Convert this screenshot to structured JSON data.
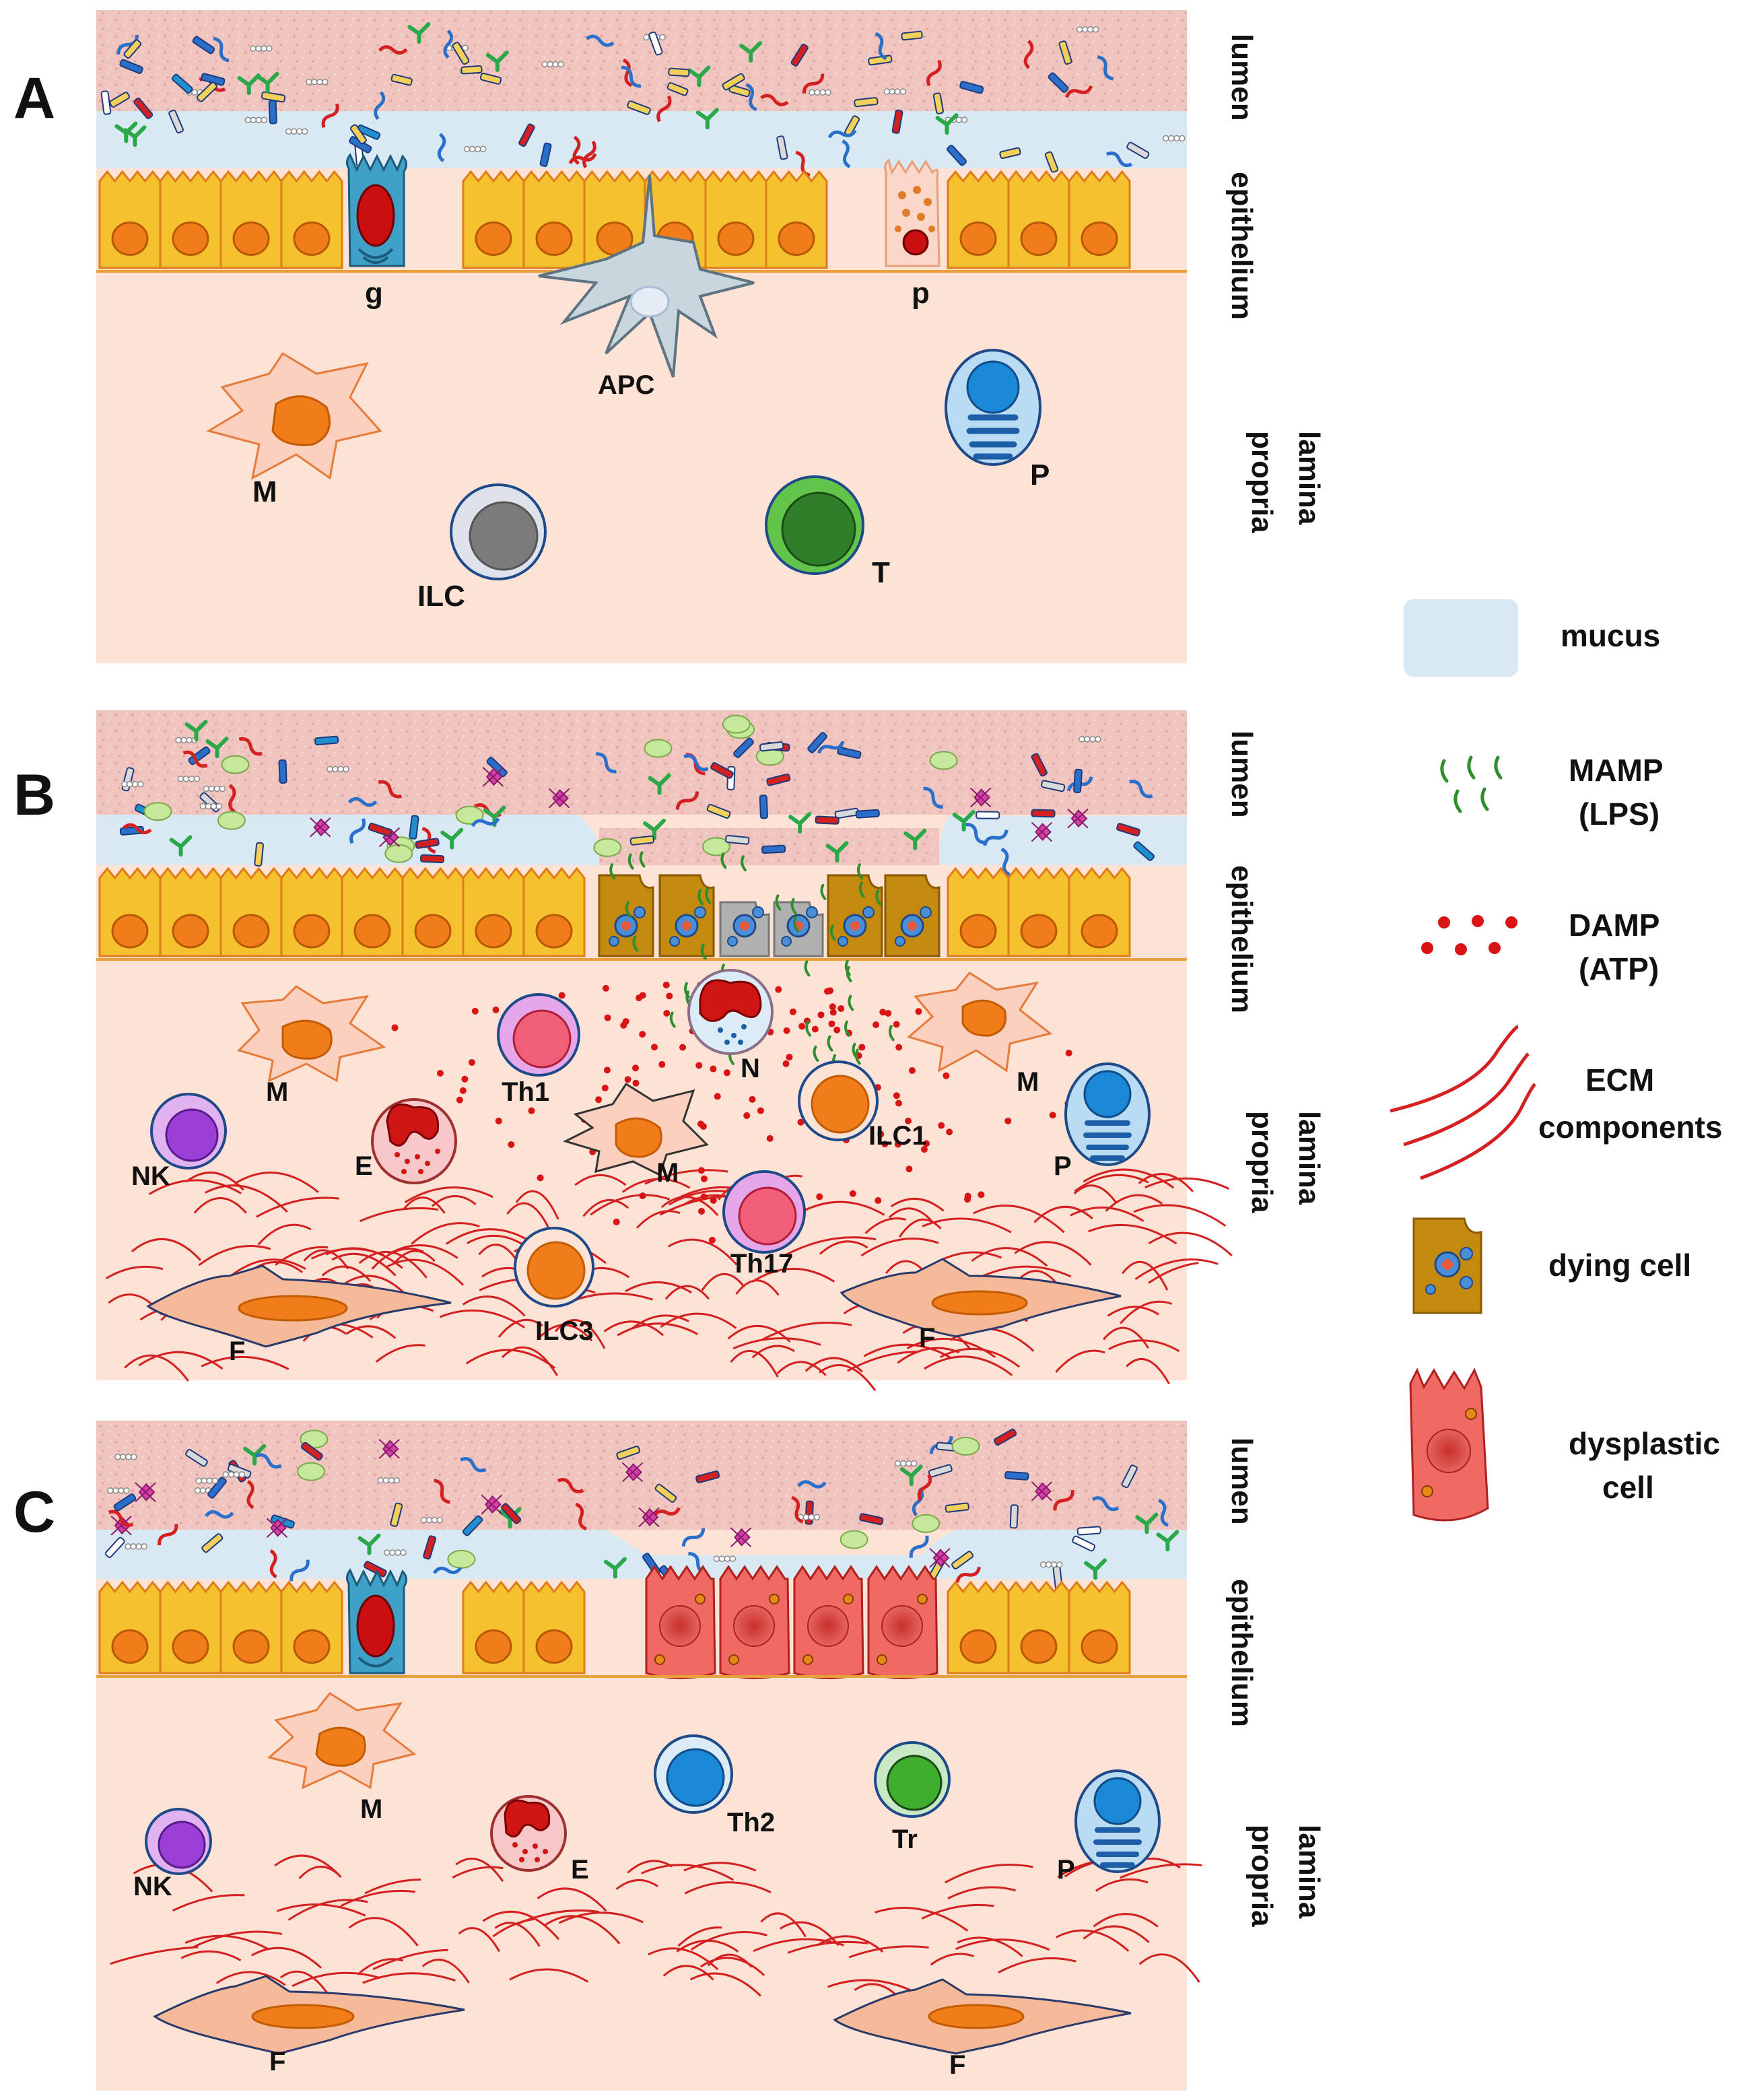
{
  "panels": [
    {
      "letter": "A",
      "side_labels": [
        "lumen",
        "epithelium",
        "lamina",
        "propria"
      ],
      "cell_labels": {
        "goblet": "g",
        "apc": "APC",
        "paneth": "p",
        "macrophage": "M",
        "ilc": "ILC",
        "t_cell": "T",
        "plasma": "P"
      }
    },
    {
      "letter": "B",
      "side_labels": [
        "lumen",
        "epithelium",
        "lamina",
        "propria"
      ],
      "cell_labels": {
        "macrophage1": "M",
        "th1": "Th1",
        "neutrophil": "N",
        "macrophage2": "M",
        "nk": "NK",
        "eosinophil": "E",
        "macrophage3": "M",
        "ilc1": "ILC1",
        "plasma": "P",
        "th17": "Th17",
        "ilc3": "ILC3",
        "fibroblast1": "F",
        "fibroblast2": "F"
      }
    },
    {
      "letter": "C",
      "side_labels": [
        "lumen",
        "epithelium",
        "lamina",
        "propria"
      ],
      "cell_labels": {
        "macrophage": "M",
        "th2": "Th2",
        "treg": "Tr",
        "nk": "NK",
        "eosinophil": "E",
        "plasma": "P",
        "fibroblast1": "F",
        "fibroblast2": "F"
      }
    }
  ],
  "legend": {
    "mucus": "mucus",
    "mamp_1": "MAMP",
    "mamp_2": "(LPS)",
    "damp_1": "DAMP",
    "damp_2": "(ATP)",
    "ecm_1": "ECM",
    "ecm_2": "components",
    "dying": "dying cell",
    "dysplastic_1": "dysplastic",
    "dysplastic_2": "cell"
  },
  "colors": {
    "lumen": "#f2c9c4",
    "mucus": "#d8e9f3",
    "epithelium": "#f6c12f",
    "nucleus": "#f07d1a",
    "lamina": "#fde3d5",
    "ecm": "#d42020",
    "damp": "#d81414",
    "mamp": "#2f8f2f",
    "dying": "#c48a10",
    "dysplastic": "#ee6a62"
  }
}
